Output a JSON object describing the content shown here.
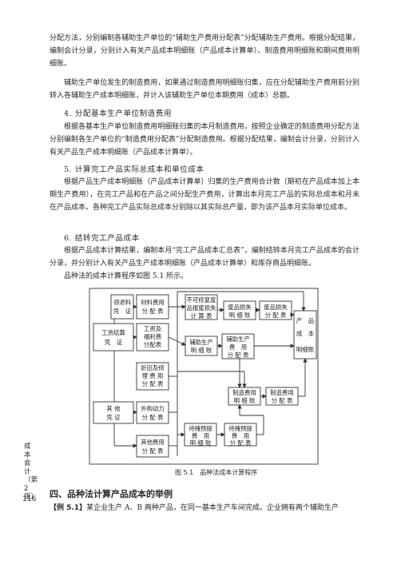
{
  "text": {
    "p1": "分配方法，分别编制各辅助生产单位的“辅助生产费用分配表”分配辅助生产费用。根据分配结果，编制会计分录，分别计入有关产品成本明细账（产品成本计算单）、制造费用明细账和期间费用明细账。",
    "p2": "辅助生产单位发生的制造费用，如果通过制造费用明细账归集，应在分配辅助生产费用前分别转入各辅助生产成本明细账，并计入该辅助生产单位本期费用（成本）总额。",
    "h4": "4. 分配基本生产单位制造费用",
    "p3": "根据各基本生产单位制造费用明细账归集的本月制造费用，按照企业确定的制造费用分配方法分别编制各生产单位的“制造费用分配表”分配制造费用。根据分配结果，编制会计分录，分别计入有关产品生产成本明细账（产品成本计算单）。",
    "h5": "5. 计算完工产品实际总成本和单位成本",
    "p4": "根据产品生产成本明细账（产品成本计算单）归集的生产费用合计数（期初在产品成本加上本期生产费用），在完工产品和在产品之间分配生产费用，计算出本月完工产品的实际总成本和月末在产品成本。各种完工产品实际总成本分别除以其实际总产量，即为该产品本月实际单位成本。",
    "h6": "6. 结转完工产品成本",
    "p5": "根据产品成本计算结果，编制本月“完工产品成本汇总表”，编制结转本月完工产品成本的会计分录，并分别计入有关产品生产成本明细账（产品成本计算单）和库存商品明细账。",
    "p6": "品种法的成本计算程序如图 5.1 所示。",
    "caption": "图 5.1　品种法成本计算程序",
    "side": "成本会计（第2版）",
    "page": "116",
    "sec4": "四、品种法计算产品成本的举例",
    "ex_label": "【例 5.1】",
    "ex_text": "某企业生产 A、B 两种产品，在同一基本生产车间完成。企业拥有两个辅助生产"
  },
  "diagram": {
    "b1": [
      "领退料",
      "凭　证"
    ],
    "b2": [
      "材料费用",
      "分 配 表"
    ],
    "b3": [
      "工资结算",
      "凭　证"
    ],
    "b4": [
      "工资及",
      "福利费",
      "分配表"
    ],
    "b5": [
      "折旧及修",
      "理 费 用",
      "分 配 表"
    ],
    "b6": [
      "其 他",
      "凭 证"
    ],
    "b7": [
      "外购动力",
      "分 配 表"
    ],
    "b8": [
      "其他费用",
      "分 配 表"
    ],
    "b9": [
      "不可修复废",
      "品报废损失",
      "计 算 表"
    ],
    "b10": [
      "废品损失",
      "明 细 账"
    ],
    "b11": [
      "废品损失",
      "分 配 表"
    ],
    "b12": [
      "辅助生产",
      "明 细 账"
    ],
    "b13": [
      "辅助生产",
      "费　用",
      "分 配 表"
    ],
    "b14": [
      "产　品",
      "成　本",
      "明细账"
    ],
    "b15": [
      "制造费用",
      "明 细 账"
    ],
    "b16": [
      "制造费用",
      "分 配 表"
    ],
    "b17": [
      "待摊预提",
      "费　用",
      "明 细 账"
    ],
    "b18": [
      "待摊预提",
      "费　用",
      "分 配 表"
    ]
  }
}
